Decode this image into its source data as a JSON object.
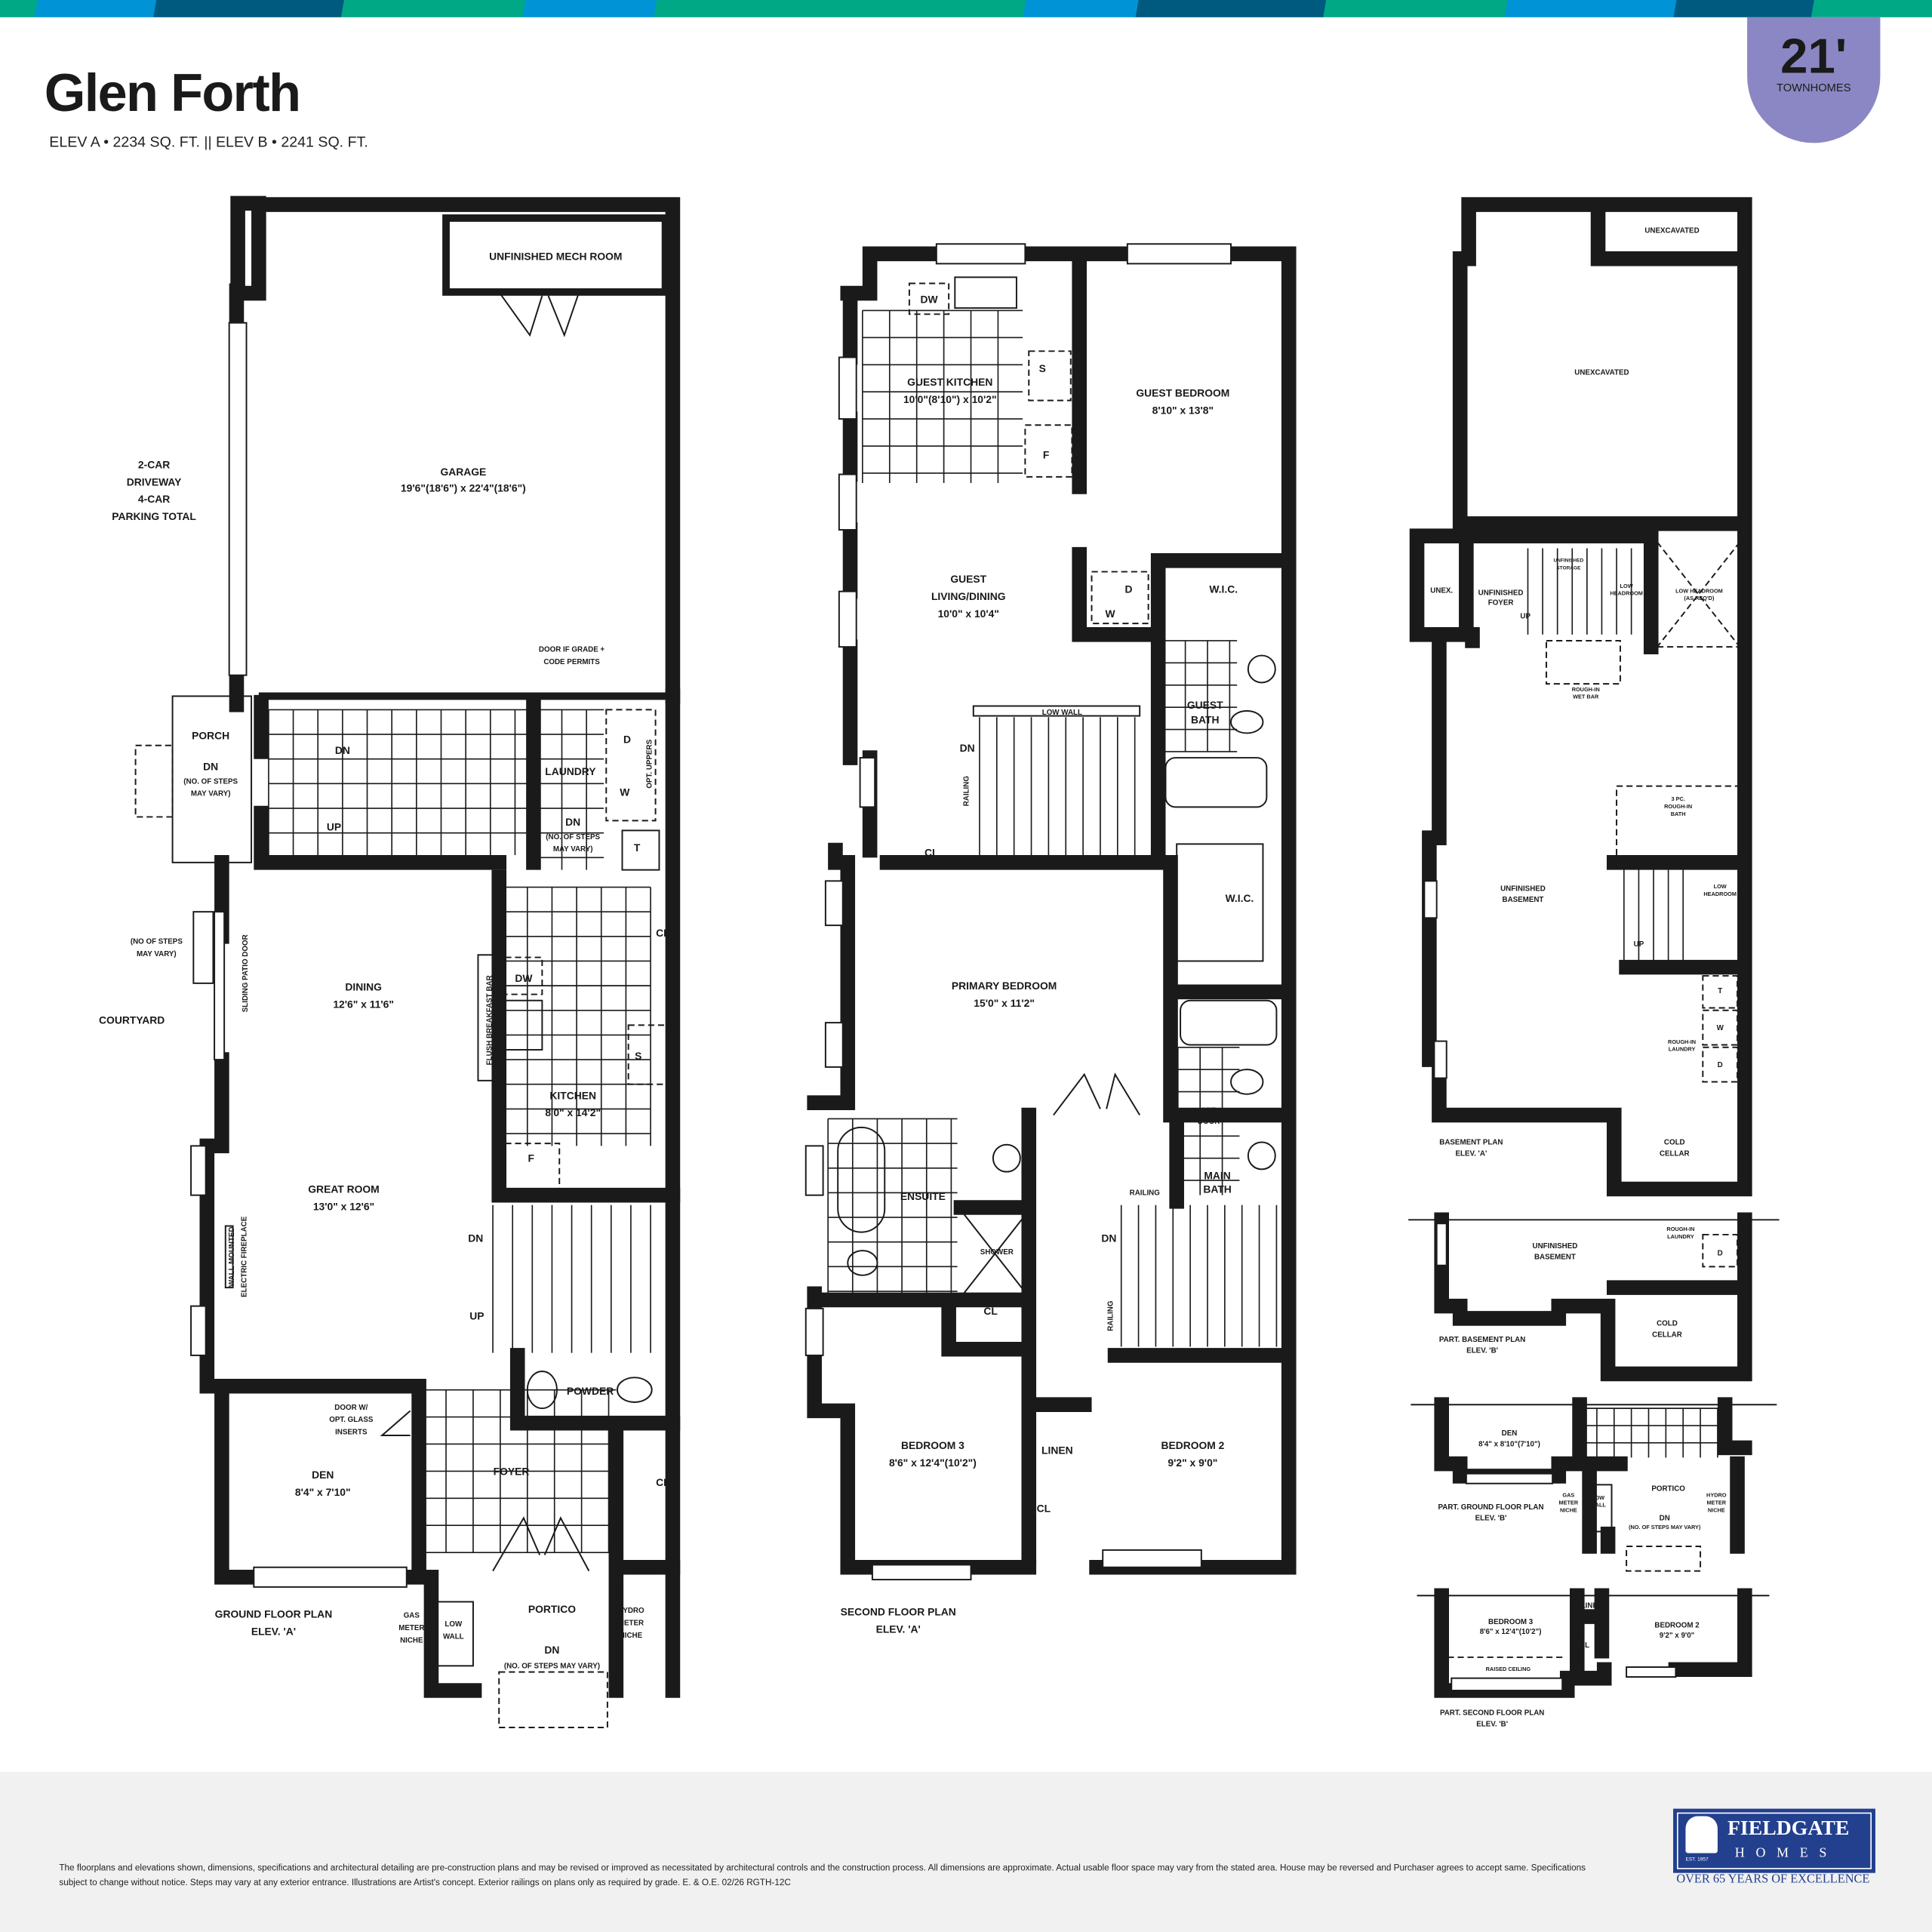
{
  "header": {
    "title": "Glen Forth",
    "subtitle": "ELEV A • 2234 SQ. FT.  ||  ELEV B • 2241 SQ. FT.",
    "badge_number": "21'",
    "badge_label": "TOWNHOMES",
    "badge_color": "#8b87c4",
    "stripe_colors": [
      "#00a886",
      "#0093d6",
      "#005a80"
    ]
  },
  "ground": {
    "mech": "UNFINISHED MECH ROOM",
    "garage": [
      "GARAGE",
      "19'6\"(18'6\") x 22'4\"(18'6\")"
    ],
    "driveway": [
      "2-CAR",
      "DRIVEWAY",
      "4-CAR",
      "PARKING TOTAL"
    ],
    "door_note": [
      "DOOR IF GRADE +",
      "CODE PERMITS"
    ],
    "porch": [
      "PORCH",
      "DN",
      "(NO. OF STEPS",
      "MAY VARY)"
    ],
    "stair_dn": "DN",
    "stair_up": "UP",
    "laundry": [
      "LAUNDRY",
      "DN",
      "(NO. OF STEPS",
      "MAY VARY)"
    ],
    "laundry_d": "D",
    "laundry_w": "W",
    "laundry_t": "T",
    "opt_uppers": "OPT. UPPERS",
    "courtyard_steps": [
      "(NO OF STEPS",
      "MAY VARY)"
    ],
    "courtyard": "COURTYARD",
    "patio_door": "SLIDING PATIO DOOR",
    "dining": [
      "DINING",
      "12'6\" x 11'6\""
    ],
    "breakfast_bar": "FLUSH BREAKFAST BAR",
    "dw": "DW",
    "sink": "S",
    "kitchen": [
      "KITCHEN",
      "8'0\" x 14'2\""
    ],
    "fridge": "F",
    "cl1": "CL",
    "cl2": "CL",
    "great_room": [
      "GREAT ROOM",
      "13'0\" x 12'6\""
    ],
    "fireplace": [
      "WALL MOUNTED",
      "ELECTRIC FIREPLACE"
    ],
    "stair2_dn": "DN",
    "stair2_up": "UP",
    "powder": "POWDER",
    "den_door": [
      "DOOR W/",
      "OPT. GLASS",
      "INSERTS"
    ],
    "den": [
      "DEN",
      "8'4\" x 7'10\""
    ],
    "foyer": "FOYER",
    "plan_label": [
      "GROUND FLOOR PLAN",
      "ELEV. 'A'"
    ],
    "gas_meter": [
      "GAS",
      "METER",
      "NICHE"
    ],
    "low_wall": [
      "LOW",
      "WALL"
    ],
    "portico": "PORTICO",
    "hydro_meter": [
      "HYDRO",
      "METER",
      "NICHE"
    ],
    "portico_dn": [
      "DN",
      "(NO. OF STEPS MAY VARY)"
    ]
  },
  "second": {
    "dw": "DW",
    "sink": "S",
    "fridge": "F",
    "guest_kitchen": [
      "GUEST KITCHEN",
      "10'0\"(8'10\") x 10'2\""
    ],
    "guest_bedroom": [
      "GUEST BEDROOM",
      "8'10\" x 13'8\""
    ],
    "guest_living": [
      "GUEST",
      "LIVING/DINING",
      "10'0\" x 10'4\""
    ],
    "dryer": "D",
    "washer": "W",
    "wic1": "W.I.C.",
    "guest_bath": [
      "GUEST",
      "BATH"
    ],
    "low_wall": "LOW WALL",
    "stair_dn": "DN",
    "railing1": "RAILING",
    "cl1": "CL",
    "wic2": "W.I.C.",
    "primary": [
      "PRIMARY BEDROOM",
      "15'0\" x 11'2\""
    ],
    "opt_door": [
      "OPT.",
      "DOOR"
    ],
    "main_bath": [
      "MAIN",
      "BATH"
    ],
    "ensuite": "ENSUITE",
    "shower": "SHOWER",
    "railing2": "RAILING",
    "stair2_dn": "DN",
    "railing3": "RAILING",
    "cl2": "CL",
    "bedroom3": [
      "BEDROOM 3",
      "8'6\" x 12'4\"(10'2\")"
    ],
    "linen": "LINEN",
    "cl3": "CL",
    "bedroom2": [
      "BEDROOM 2",
      "9'2\" x 9'0\""
    ],
    "plan_label": [
      "SECOND FLOOR PLAN",
      "ELEV. 'A'"
    ]
  },
  "basement": {
    "unexcavated_small": "UNEXCAVATED",
    "unexcavated": "UNEXCAVATED",
    "unex": "UNEX.",
    "foyer": [
      "UNFINISHED",
      "FOYER"
    ],
    "up": "UP",
    "storage": [
      "UNFINISHED",
      "STORAGE"
    ],
    "low_headroom1": [
      "LOW",
      "HEADROOM"
    ],
    "low_headroom_req": [
      "LOW HEADROOM",
      "(AS REQ'D)"
    ],
    "wet_bar": [
      "ROUGH-IN",
      "WET BAR"
    ],
    "bath": [
      "3 PC.",
      "ROUGH-IN",
      "BATH"
    ],
    "unfinished": [
      "UNFINISHED",
      "BASEMENT"
    ],
    "low_headroom2": [
      "LOW",
      "HEADROOM"
    ],
    "up2": "UP",
    "t": "T",
    "w": "W",
    "d": "D",
    "laundry": [
      "ROUGH-IN",
      "LAUNDRY"
    ],
    "plan_label": [
      "BASEMENT PLAN",
      "ELEV. 'A'"
    ],
    "cold_cellar": [
      "COLD",
      "CELLAR"
    ]
  },
  "part_basement_b": {
    "unfinished": [
      "UNFINISHED",
      "BASEMENT"
    ],
    "laundry": [
      "ROUGH-IN",
      "LAUNDRY"
    ],
    "d": "D",
    "cold_cellar": [
      "COLD",
      "CELLAR"
    ],
    "plan_label": [
      "PART. BASEMENT PLAN",
      "ELEV. 'B'"
    ]
  },
  "part_ground_b": {
    "den": [
      "DEN",
      "8'4\" x 8'10\"(7'10\")"
    ],
    "portico": "PORTICO",
    "portico_dn": [
      "DN",
      "(NO. OF STEPS MAY VARY)"
    ],
    "gas_meter": [
      "GAS",
      "METER",
      "NICHE"
    ],
    "low_wall": [
      "LOW",
      "WALL"
    ],
    "hydro_meter": [
      "HYDRO",
      "METER",
      "NICHE"
    ],
    "plan_label": [
      "PART. GROUND FLOOR PLAN",
      "ELEV. 'B'"
    ]
  },
  "part_second_b": {
    "bedroom3": [
      "BEDROOM 3",
      "8'6\" x 12'4\"(10'2\")"
    ],
    "raised_ceiling": "RAISED CEILING",
    "linen": "LINEN",
    "cl": "CL",
    "bedroom2": [
      "BEDROOM 2",
      "9'2\" x 9'0\""
    ],
    "plan_label": [
      "PART. SECOND FLOOR PLAN",
      "ELEV. 'B'"
    ]
  },
  "footer": {
    "legal": "The floorplans and elevations shown, dimensions, specifications and architectural detailing are pre-construction plans and may be revised or improved as necessitated by architectural controls and the construction process. All dimensions are approximate. Actual usable floor space may vary from the stated area. House may be reversed and Purchaser agrees to accept same. Specifications subject to change without notice. Steps may vary at any exterior entrance. Illustrations are Artist's concept. Exterior railings on plans only as required by grade. E. & O.E. 02/26  RGTH-12C",
    "logo_name": "FIELDGATE",
    "logo_sub": "HOMES",
    "logo_est": "EST. 1957",
    "tagline": "OVER 65 YEARS OF EXCELLENCE",
    "brand_color": "#23408e"
  }
}
